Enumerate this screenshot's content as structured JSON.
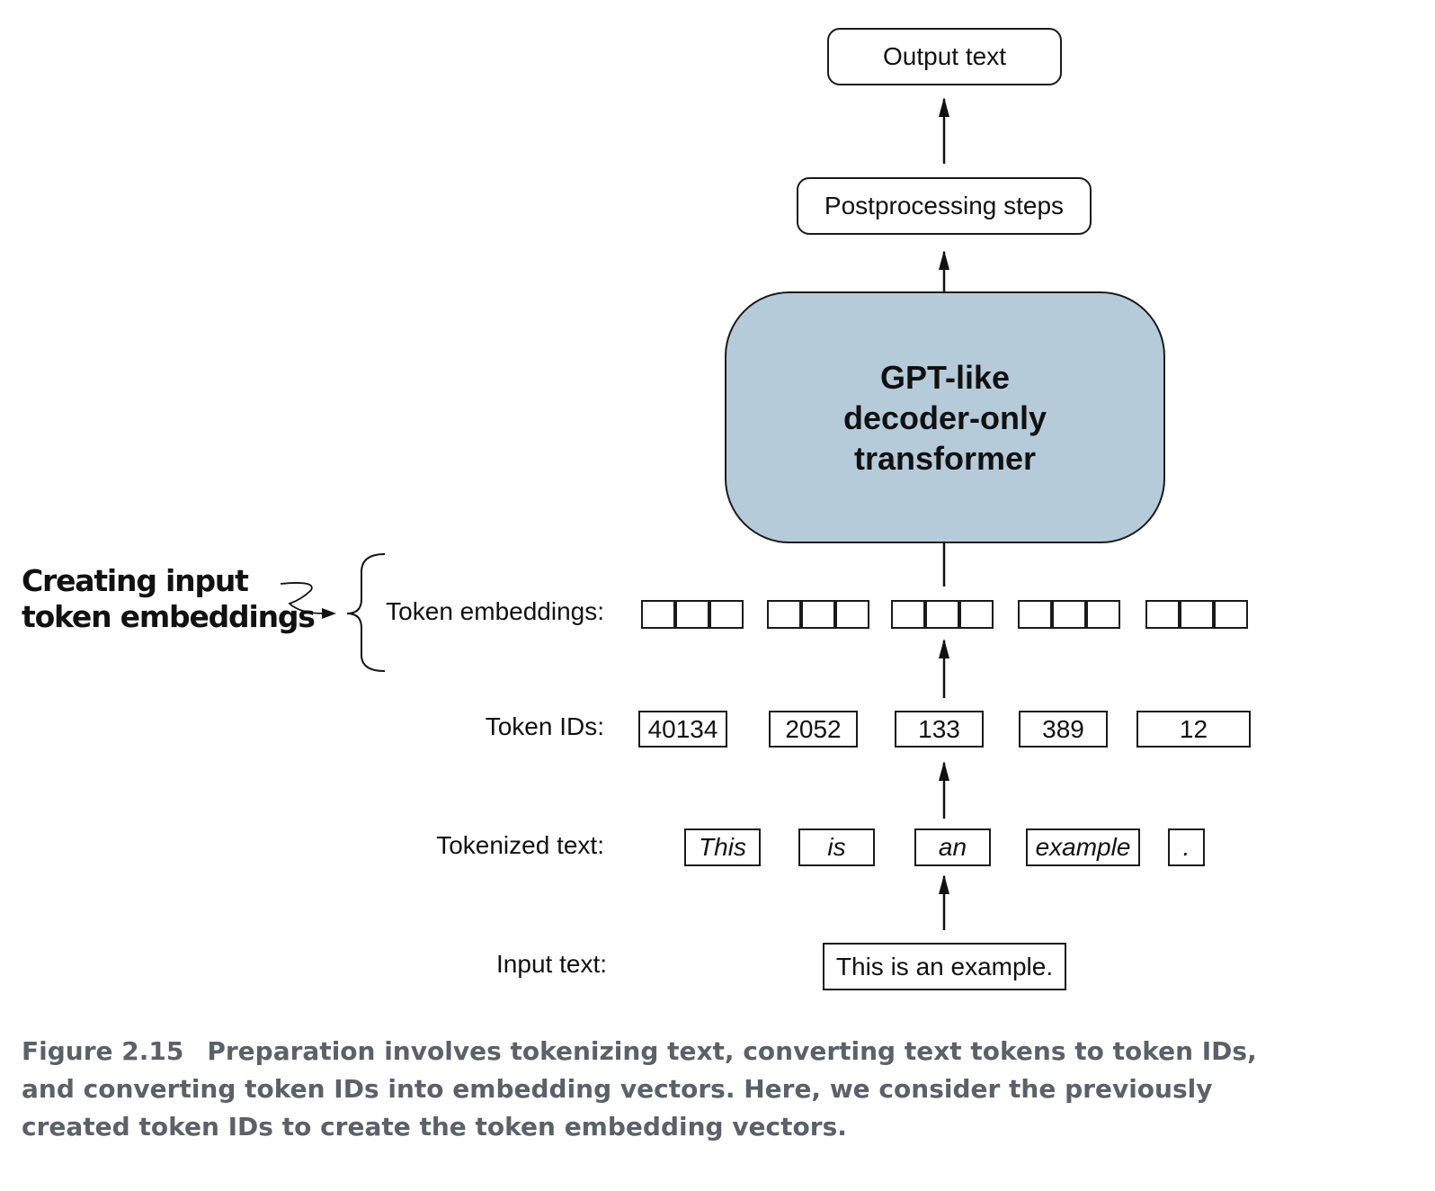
{
  "output_text": "Output text",
  "postprocessing": "Postprocessing steps",
  "transformer": {
    "line1": "GPT-like",
    "line2": "decoder-only",
    "line3": "transformer"
  },
  "annotation": {
    "line1": "Creating input",
    "line2": "token embeddings"
  },
  "rows": {
    "embeddings_label": "Token embeddings:",
    "ids_label": "Token IDs:",
    "tokenized_label": "Tokenized text:",
    "input_label": "Input text:"
  },
  "token_ids": [
    "40134",
    "2052",
    "133",
    "389",
    "12"
  ],
  "tokens": [
    "This",
    "is",
    "an",
    "example",
    "."
  ],
  "input_text": "This is an example.",
  "caption": {
    "figure": "Figure 2.15",
    "text": "Preparation involves tokenizing text, converting text tokens to token IDs, and converting token IDs into embedding vectors. Here, we consider the previously created token IDs to create the token embedding vectors."
  },
  "colors": {
    "transformer_fill": "#b6cbda",
    "caption_text": "#5b6168"
  }
}
